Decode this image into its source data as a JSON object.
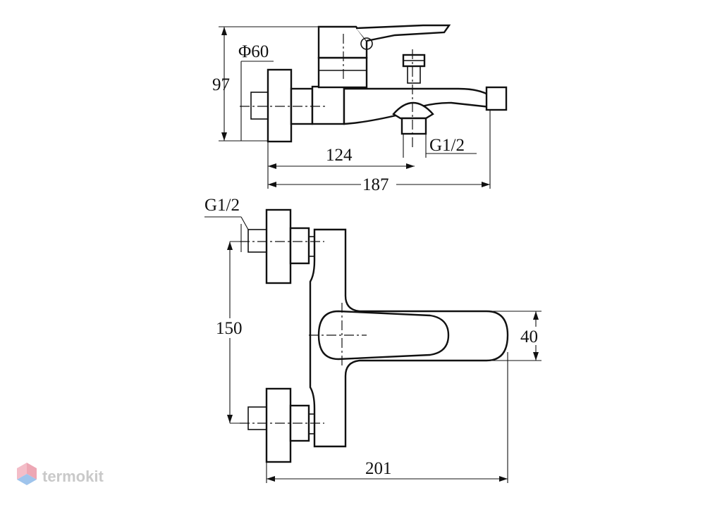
{
  "dimensions": {
    "top_view": {
      "diameter": "Φ60",
      "height": "97",
      "width_to_diverter": "124",
      "total_length": "187",
      "diverter_thread": "G1/2"
    },
    "front_view": {
      "inlet_thread": "G1/2",
      "center_distance": "150",
      "spout_height": "40",
      "total_projection": "201"
    }
  },
  "watermark": {
    "brand": "termokit",
    "colors": [
      "#e88a9c",
      "#7fb1e6",
      "#b8b8b8"
    ]
  }
}
